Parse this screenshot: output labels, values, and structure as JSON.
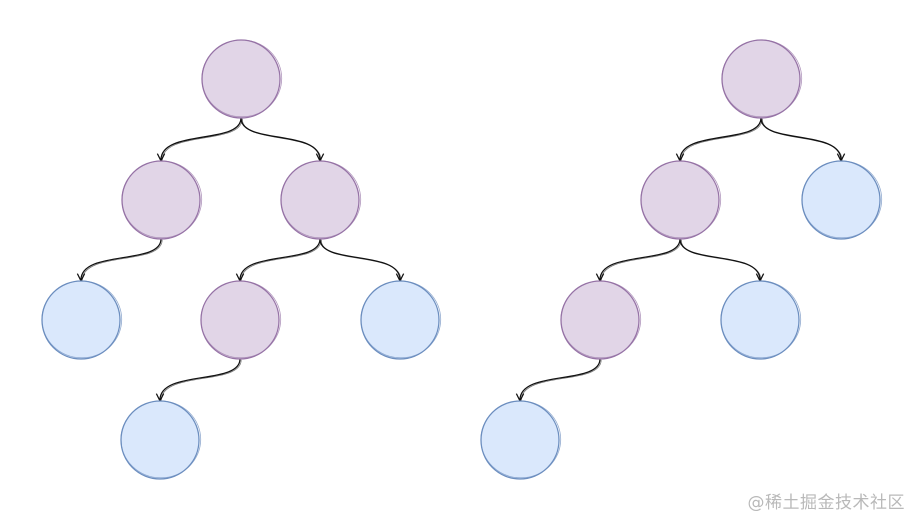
{
  "watermark": "@稀土掘金技术社区",
  "colors": {
    "internal_fill": "#e1d5e7",
    "internal_stroke": "#9673a6",
    "leaf_fill": "#dae8fc",
    "leaf_stroke": "#6c8ebf",
    "edge": "#111111",
    "watermark": "#b9b9b9"
  },
  "trees": [
    {
      "name": "left-tree",
      "nodes": [
        {
          "id": "L1",
          "kind": "internal"
        },
        {
          "id": "L2",
          "kind": "internal"
        },
        {
          "id": "L3",
          "kind": "internal"
        },
        {
          "id": "L4",
          "kind": "leaf"
        },
        {
          "id": "L5",
          "kind": "internal"
        },
        {
          "id": "L6",
          "kind": "leaf"
        },
        {
          "id": "L7",
          "kind": "leaf"
        }
      ],
      "edges": [
        {
          "from": "L1",
          "to": "L2"
        },
        {
          "from": "L1",
          "to": "L3"
        },
        {
          "from": "L2",
          "to": "L4"
        },
        {
          "from": "L3",
          "to": "L5"
        },
        {
          "from": "L3",
          "to": "L6"
        },
        {
          "from": "L5",
          "to": "L7"
        }
      ]
    },
    {
      "name": "right-tree",
      "nodes": [
        {
          "id": "R1",
          "kind": "internal"
        },
        {
          "id": "R2",
          "kind": "internal"
        },
        {
          "id": "R3",
          "kind": "leaf"
        },
        {
          "id": "R4",
          "kind": "internal"
        },
        {
          "id": "R5",
          "kind": "leaf"
        },
        {
          "id": "R6",
          "kind": "leaf"
        }
      ],
      "edges": [
        {
          "from": "R1",
          "to": "R2"
        },
        {
          "from": "R1",
          "to": "R3"
        },
        {
          "from": "R2",
          "to": "R4"
        },
        {
          "from": "R2",
          "to": "R5"
        },
        {
          "from": "R4",
          "to": "R6"
        }
      ]
    }
  ]
}
